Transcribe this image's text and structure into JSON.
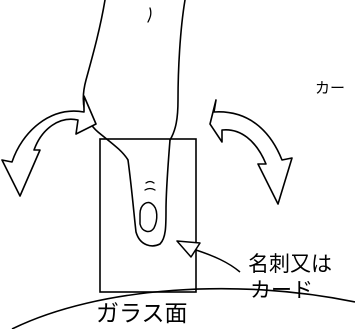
{
  "labels": {
    "top_right": "カー",
    "card_line1": "名刺又は",
    "card_line2": "カード",
    "glass_surface": "ガラス面"
  },
  "colors": {
    "stroke": "#000000",
    "background": "#ffffff"
  }
}
